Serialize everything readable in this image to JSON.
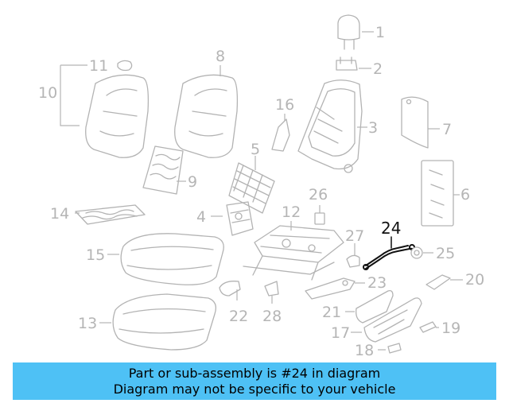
{
  "callouts": [
    {
      "id": "1",
      "label": "1"
    },
    {
      "id": "2",
      "label": "2"
    },
    {
      "id": "3",
      "label": "3"
    },
    {
      "id": "4",
      "label": "4"
    },
    {
      "id": "5",
      "label": "5"
    },
    {
      "id": "6",
      "label": "6"
    },
    {
      "id": "7",
      "label": "7"
    },
    {
      "id": "8",
      "label": "8"
    },
    {
      "id": "9",
      "label": "9"
    },
    {
      "id": "10",
      "label": "10"
    },
    {
      "id": "11",
      "label": "11"
    },
    {
      "id": "12",
      "label": "12"
    },
    {
      "id": "13",
      "label": "13"
    },
    {
      "id": "14",
      "label": "14"
    },
    {
      "id": "15",
      "label": "15"
    },
    {
      "id": "16",
      "label": "16"
    },
    {
      "id": "17",
      "label": "17"
    },
    {
      "id": "18",
      "label": "18"
    },
    {
      "id": "19",
      "label": "19"
    },
    {
      "id": "20",
      "label": "20"
    },
    {
      "id": "21",
      "label": "21"
    },
    {
      "id": "22",
      "label": "22"
    },
    {
      "id": "23",
      "label": "23"
    },
    {
      "id": "24",
      "label": "24"
    },
    {
      "id": "25",
      "label": "25"
    },
    {
      "id": "26",
      "label": "26"
    },
    {
      "id": "27",
      "label": "27"
    },
    {
      "id": "28",
      "label": "28"
    }
  ],
  "highlighted_part": "24",
  "colors": {
    "banner": "#4ec1f5",
    "highlight": "#111111",
    "parts": "#b3b3b3"
  },
  "banner": {
    "line1": "Part or sub-assembly is #24 in diagram",
    "line2": "Diagram may not be specific to your vehicle"
  }
}
